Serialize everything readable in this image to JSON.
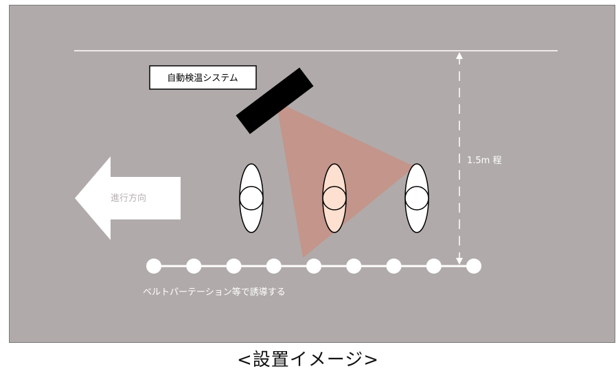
{
  "diagram": {
    "system_label": "自動検温システム",
    "height_label": "1.5m 程",
    "direction_label": "進行方向",
    "belt_label": "ベルトパーテーション等で誘導する",
    "caption": "<設置イメージ>"
  },
  "colors": {
    "background": "#b0abaa",
    "white": "#ffffff",
    "device": "#000000",
    "field_of_view": "#c98e80",
    "highlighted_person": "#fde0d0"
  },
  "people": [
    {
      "label": "person",
      "highlighted": false
    },
    {
      "label": "person",
      "highlighted": true
    },
    {
      "label": "person",
      "highlighted": false
    }
  ],
  "belt_post_count": 9
}
